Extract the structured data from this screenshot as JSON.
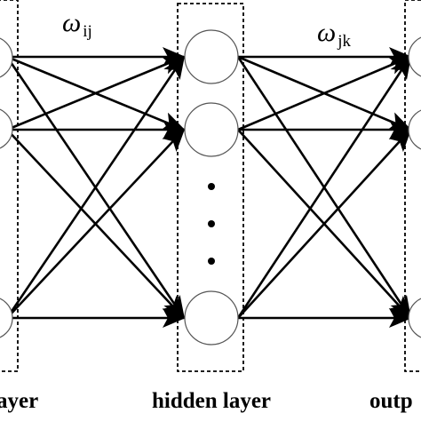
{
  "diagram": {
    "labels": {
      "input": "ayer",
      "hidden": "hidden layer",
      "output": "outp"
    },
    "weights": {
      "input_hidden": {
        "symbol": "ω",
        "subscript": "ij"
      },
      "hidden_output": {
        "symbol": "ω",
        "subscript": "jk"
      }
    },
    "ellipsis": "vertical dots",
    "icons": {
      "arrowhead": "arrowhead-icon"
    }
  }
}
